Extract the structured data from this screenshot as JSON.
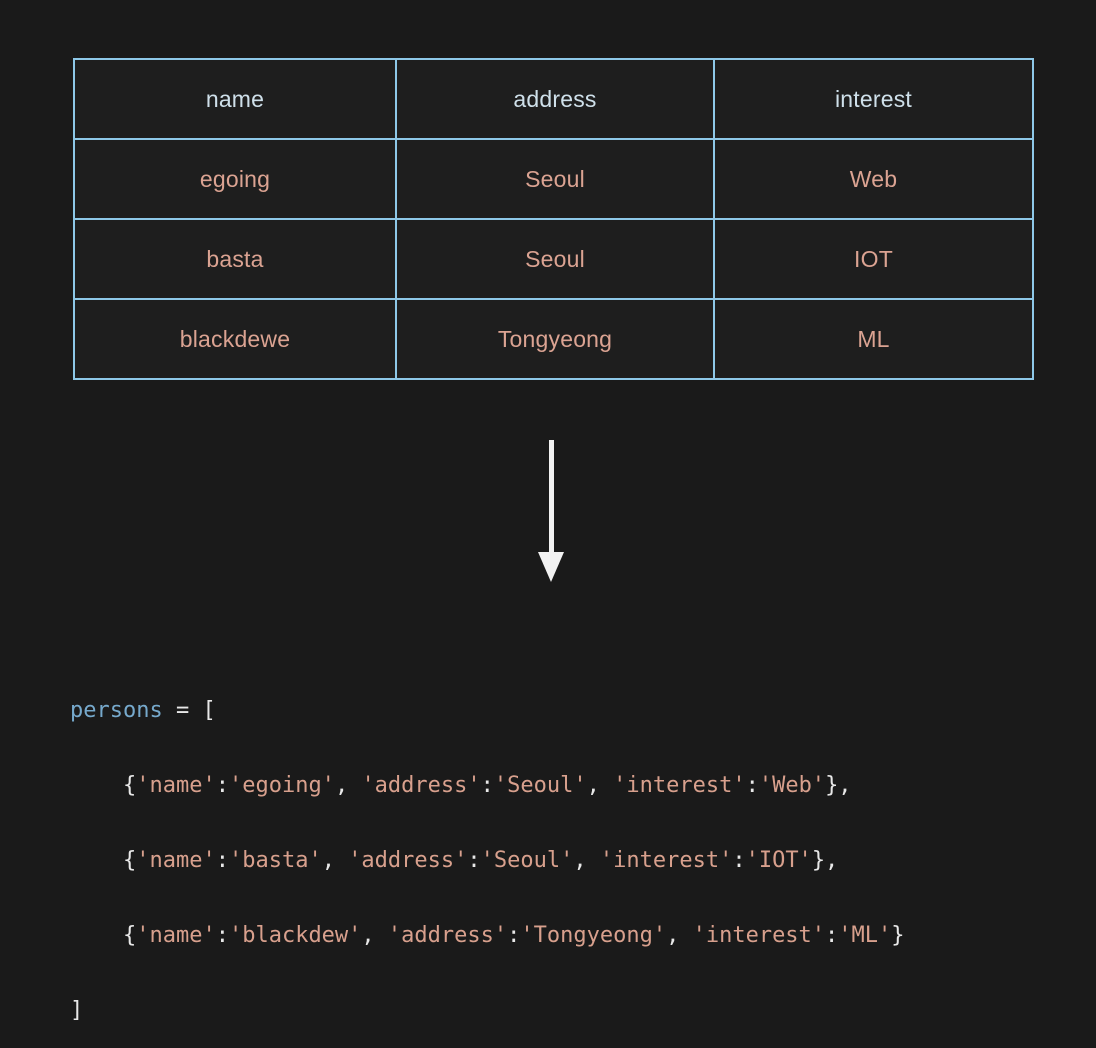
{
  "theme": {
    "background": "#1a1a1a",
    "cell_background": "#1e1e1e",
    "table_border": "#8ec8e8",
    "header_text": "#cfe0ea",
    "cell_text": "#dba392",
    "arrow": "#f2f2f2",
    "code_variable": "#76a9cc",
    "code_punctuation": "#e8e8e8",
    "code_string": "#d8a08d"
  },
  "table": {
    "headers": [
      "name",
      "address",
      "interest"
    ],
    "rows": [
      [
        "egoing",
        "Seoul",
        "Web"
      ],
      [
        "basta",
        "Seoul",
        "IOT"
      ],
      [
        "blackdewe",
        "Tongyeong",
        "ML"
      ]
    ]
  },
  "arrow": {
    "icon": "arrow-down-icon",
    "direction": "down"
  },
  "code": {
    "line1": {
      "var": "persons",
      "assign": " = ["
    },
    "line2": {
      "indent": "    ",
      "open": "{",
      "k1": "'name'",
      "c1": ":",
      "v1": "'egoing'",
      "sep1": ", ",
      "k2": "'address'",
      "c2": ":",
      "v2": "'Seoul'",
      "sep2": ", ",
      "k3": "'interest'",
      "c3": ":",
      "v3": "'Web'",
      "close": "},"
    },
    "line3": {
      "indent": "    ",
      "open": "{",
      "k1": "'name'",
      "c1": ":",
      "v1": "'basta'",
      "sep1": ", ",
      "k2": "'address'",
      "c2": ":",
      "v2": "'Seoul'",
      "sep2": ", ",
      "k3": "'interest'",
      "c3": ":",
      "v3": "'IOT'",
      "close": "},"
    },
    "line4": {
      "indent": "    ",
      "open": "{",
      "k1": "'name'",
      "c1": ":",
      "v1": "'blackdew'",
      "sep1": ", ",
      "k2": "'address'",
      "c2": ":",
      "v2": "'Tongyeong'",
      "sep2": ", ",
      "k3": "'interest'",
      "c3": ":",
      "v3": "'ML'",
      "close": "}"
    },
    "line5": {
      "close": "]"
    }
  }
}
